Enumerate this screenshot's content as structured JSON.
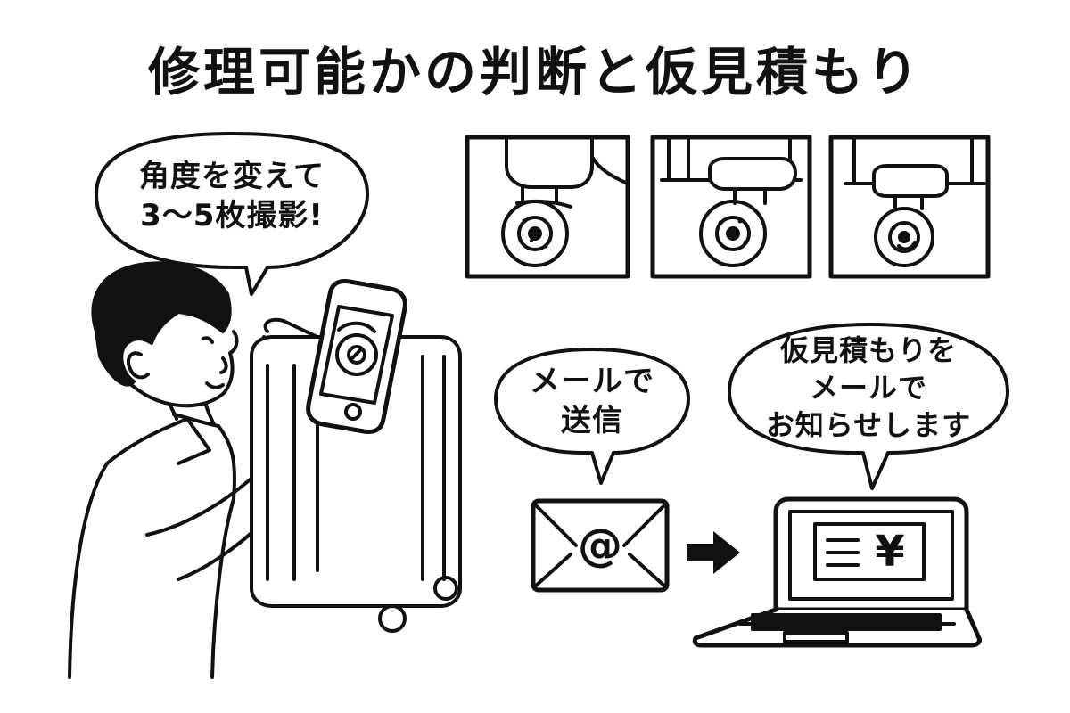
{
  "title": "修理可能かの判断と仮見積もり",
  "bubbles": {
    "photo": {
      "lines": [
        "角度を変えて",
        "3〜5枚撮影!"
      ]
    },
    "send": {
      "lines": [
        "メールで",
        "送信"
      ]
    },
    "estimate": {
      "lines": [
        "仮見積もりを",
        "メールで",
        "お知らせします"
      ]
    }
  },
  "icons": {
    "email": "@",
    "currency": "¥"
  },
  "colors": {
    "ink": "#111111",
    "paper": "#ffffff"
  }
}
